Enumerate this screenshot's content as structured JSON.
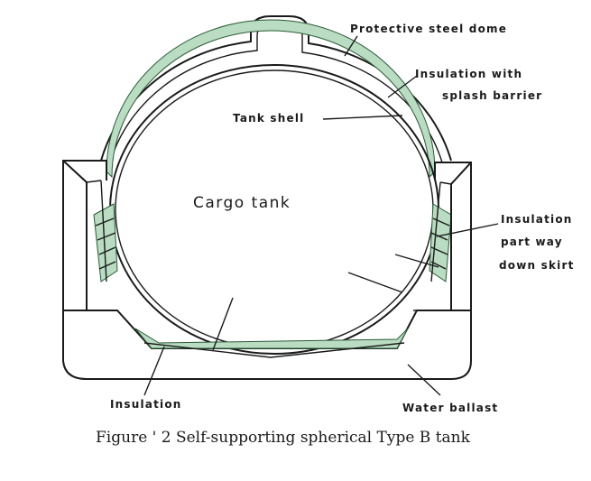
{
  "figure": {
    "caption": "Figure ' 2 Self-supporting spherical Type B tank",
    "labels": {
      "protective_dome": "Protective steel dome",
      "insulation_splash_1": "Insulation with",
      "insulation_splash_2": "splash barrier",
      "tank_shell": "Tank shell",
      "cargo_tank": "Cargo tank",
      "insulation_skirt_1": "Insulation",
      "insulation_skirt_2": "part way",
      "insulation_skirt_3": "down skirt",
      "insulation_bottom": "Insulation",
      "water_ballast": "Water ballast"
    }
  }
}
